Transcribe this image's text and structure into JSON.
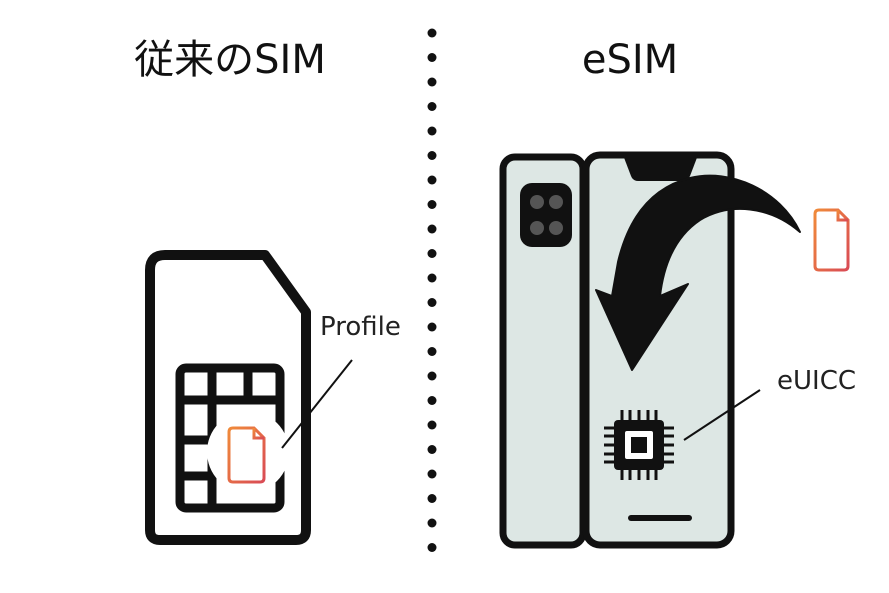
{
  "titles": {
    "traditional": "従来のSIM",
    "esim": "eSIM"
  },
  "labels": {
    "profile": "Profile",
    "euicc": "eUICC"
  },
  "colors": {
    "outline": "#111111",
    "phone_fill": "#dde7e4",
    "profile_icon": "#e8663d",
    "divider": "#111111"
  },
  "icons": {
    "sim_card": "sim-card-icon",
    "profile_doc": "document-icon",
    "chip": "chip-icon",
    "arrow": "curved-arrow-icon"
  }
}
